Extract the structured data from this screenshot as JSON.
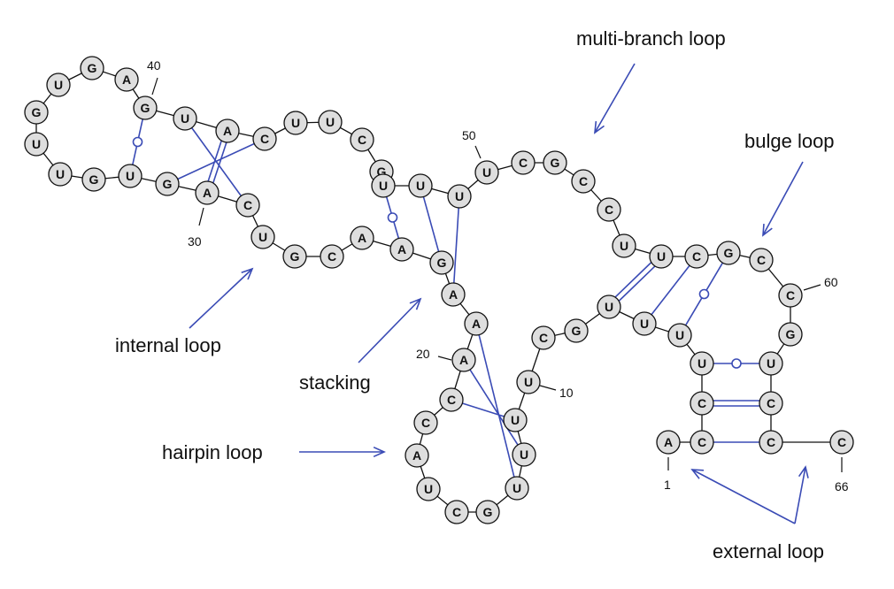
{
  "sequence": [
    "A",
    "C",
    "C",
    "U",
    "U",
    "U",
    "U",
    "G",
    "C",
    "U",
    "U",
    "U",
    "U",
    "G",
    "C",
    "U",
    "A",
    "C",
    "C",
    "A",
    "A",
    "A",
    "G",
    "A",
    "A",
    "C",
    "G",
    "U",
    "C",
    "A",
    "G",
    "U",
    "G",
    "U",
    "U",
    "G",
    "U",
    "G",
    "A",
    "G",
    "U",
    "A",
    "C",
    "U",
    "U",
    "C",
    "G",
    "U",
    "U",
    "U",
    "U",
    "C",
    "G",
    "C",
    "C",
    "U",
    "U",
    "C",
    "G",
    "C",
    "C",
    "G",
    "U",
    "C",
    "C",
    "C"
  ],
  "position_labels": [
    "1",
    "10",
    "20",
    "30",
    "40",
    "50",
    "60",
    "66"
  ],
  "labels": {
    "multi_branch_loop": "multi-branch loop",
    "bulge_loop": "bulge loop",
    "internal_loop": "internal loop",
    "stacking": "stacking",
    "hairpin_loop": "hairpin loop",
    "external_loop": "external loop"
  },
  "colors": {
    "pair_line": "#3a4bb5",
    "arrow": "#3a4bb5",
    "nucleotide_fill": "#dedede",
    "backbone": "#111111"
  }
}
